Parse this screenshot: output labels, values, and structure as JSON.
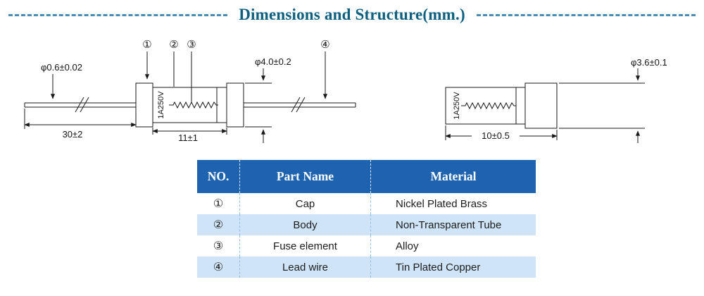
{
  "title": "Dimensions and Structure(mm.)",
  "colors": {
    "title_color": "#0e6080",
    "dash_color": "#4a8db4",
    "ink": "#1a1a1a",
    "header_bg": "#1e63af",
    "row_alt_bg": "#cfe5f7"
  },
  "diagram_left": {
    "callouts": [
      "①",
      "②",
      "③",
      "④"
    ],
    "lead_diameter": "φ0.6±0.02",
    "body_diameter": "φ4.0±0.2",
    "lead_length": "30±2",
    "body_length": "11±1",
    "marking": "1A250V"
  },
  "diagram_right": {
    "diameter": "φ3.6±0.1",
    "length": "10±0.5",
    "marking": "1A250V"
  },
  "table": {
    "headers": [
      "NO.",
      "Part Name",
      "Material"
    ],
    "rows": [
      {
        "no": "①",
        "part": "Cap",
        "material": "Nickel Plated Brass"
      },
      {
        "no": "②",
        "part": "Body",
        "material": "Non-Transparent Tube"
      },
      {
        "no": "③",
        "part": "Fuse element",
        "material": "Alloy"
      },
      {
        "no": "④",
        "part": "Lead wire",
        "material": "Tin Plated Copper"
      }
    ]
  }
}
